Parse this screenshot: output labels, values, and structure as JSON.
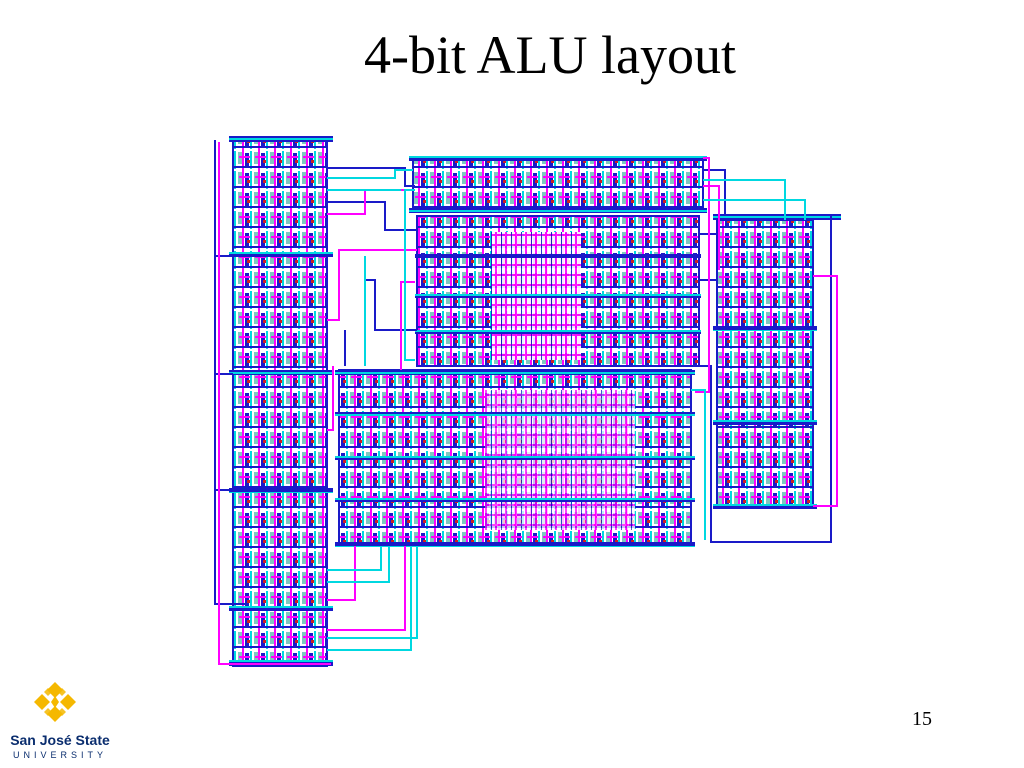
{
  "slide": {
    "title": "4-bit ALU layout",
    "page_number": "15"
  },
  "logo": {
    "name": "San José State",
    "sub": "UNIVERSITY"
  },
  "colors": {
    "poly_magenta": "#ff00ff",
    "metal_blue": "#1a1ac8",
    "metal_cyan": "#00e6e6",
    "diffusion_green": "#6fcf3a",
    "logo_gold": "#f5b800",
    "logo_navy": "#0a2d6e"
  }
}
